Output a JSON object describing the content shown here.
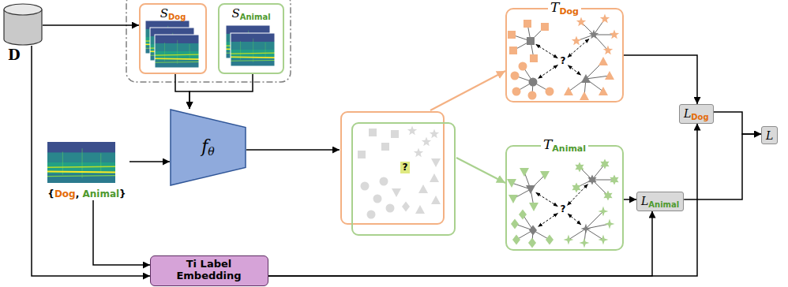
{
  "diagram": {
    "nodes": [
      {
        "text": [
          "D"
        ]
      },
      {
        "text": [
          "SDog"
        ]
      },
      {
        "text": [
          "SAnimal"
        ]
      },
      {
        "text": [
          "{Dog, Animal}"
        ]
      },
      {
        "text": [
          "fθ"
        ]
      },
      {
        "text": [
          "?"
        ]
      },
      {
        "text": [
          "TDog",
          "?"
        ]
      },
      {
        "text": [
          "TAnimal",
          "?"
        ]
      },
      {
        "text": [
          "LDog"
        ]
      },
      {
        "text": [
          "LAnimal"
        ]
      },
      {
        "text": [
          "L"
        ]
      },
      {
        "text": [
          "Ti Label Embedding"
        ]
      }
    ],
    "edges": [
      {
        "from": 0,
        "to": 1,
        "arrow": "to"
      },
      {
        "from": 1,
        "to": 4,
        "arrow": "to"
      },
      {
        "from": 2,
        "to": 4,
        "arrow": "to"
      },
      {
        "from": 3,
        "to": 4,
        "arrow": "to"
      },
      {
        "from": 4,
        "to": 5,
        "arrow": "to"
      },
      {
        "from": 5,
        "to": 6,
        "arrow": "to"
      },
      {
        "from": 5,
        "to": 7,
        "arrow": "to"
      },
      {
        "from": 6,
        "to": 8,
        "arrow": "to"
      },
      {
        "from": 7,
        "to": 9,
        "arrow": "to"
      },
      {
        "from": 8,
        "to": 10,
        "arrow": "to"
      },
      {
        "from": 9,
        "to": 10,
        "arrow": "to"
      },
      {
        "from": 0,
        "to": 11,
        "arrow": "to"
      },
      {
        "from": 3,
        "to": 11,
        "arrow": "to"
      },
      {
        "from": 11,
        "to": 8,
        "arrow": "to"
      },
      {
        "from": 11,
        "to": 9,
        "arrow": "to"
      }
    ]
  }
}
